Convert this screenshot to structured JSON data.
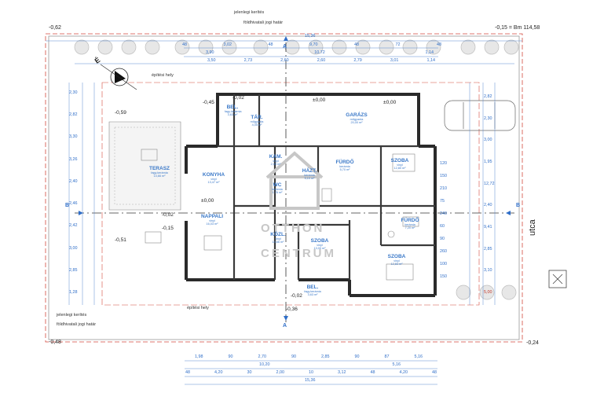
{
  "top_labels": {
    "current_fence": "jelenlegi kerítés",
    "property_line": "földhivatali jogi határ",
    "elev_left": "-0,62",
    "elev_right": "-0,15 = Bm 114,58"
  },
  "bottom_labels": {
    "current_fence": "jelenlegi kerítés",
    "property_line": "földhivatali jogi határ",
    "elev_left": "-0,48",
    "elev_right": "-0,24"
  },
  "building_line_top": "építési hely",
  "building_line_bottom": "építési hely",
  "street": "utca",
  "north": "É",
  "watermark": {
    "line1": "OTTHON",
    "line2": "CENTRUM"
  },
  "section_marks": {
    "a": "A",
    "b": "B"
  },
  "rooms": [
    {
      "name": "BEL.",
      "sub": "fagy.kerámia",
      "area": "3,63 m²"
    },
    {
      "name": "TÁR.",
      "sub": "műgyanta",
      "area": "4,05 m²"
    },
    {
      "name": "GARÁZS",
      "sub": "műgyanta",
      "area": "20,00 m²"
    },
    {
      "name": "TERASZ",
      "sub": "fagy.kerámia",
      "area": "14,66 m²"
    },
    {
      "name": "KONYHA",
      "sub": "vinyl",
      "area": "13,47 m²"
    },
    {
      "name": "KAM.",
      "sub": "vinyl",
      "area": "2,05 m²"
    },
    {
      "name": "HÁZT.",
      "sub": "kerámia",
      "area": "5,10 m²"
    },
    {
      "name": "FÜRDŐ",
      "sub": "kerámia",
      "area": "5,70 m²"
    },
    {
      "name": "SZOBA",
      "sub": "vinyl",
      "area": "12,80 m²"
    },
    {
      "name": "WC",
      "sub": "kerámia",
      "area": "1,76 m²"
    },
    {
      "name": "NAPPALI",
      "sub": "vinyl",
      "area": "16,03 m²"
    },
    {
      "name": "KÖZL.",
      "sub": "vinyl",
      "area": "14,66 m²"
    },
    {
      "name": "SZOBA",
      "sub": "vinyl",
      "area": "13,00 m²"
    },
    {
      "name": "FÜRDŐ",
      "sub": "kerámia",
      "area": "7,20 m²"
    },
    {
      "name": "SZOBA",
      "sub": "vinyl",
      "area": "12,83 m²"
    },
    {
      "name": "BEL.",
      "sub": "fagy.kerámia",
      "area": "3,63 m²"
    }
  ],
  "levels": {
    "bel_top": "-0,02",
    "bel_top_left": "-0,45",
    "garage": "±0,00",
    "terrace": "-0,59",
    "konyha": "±0,00",
    "napp_left": "-0,02",
    "napp_left2": "-0,15",
    "terrace_low": "-0,51",
    "bel_bottom": "-0,02",
    "bel_bottom2": "-0,36",
    "mid": "±0,00"
  },
  "top_dims": {
    "overall": "15,36",
    "row1": [
      "48",
      "3,02",
      "48",
      "9,70",
      "48",
      "72",
      "48"
    ],
    "row2": [
      "3,90",
      "10,72",
      "1,14"
    ],
    "row3": [
      "3,50",
      "2,73",
      "2,60",
      "2,60",
      "2,79",
      "3,01",
      "1,14"
    ]
  },
  "bottom_dims": {
    "row1": [
      "1,98",
      "90",
      "2,70",
      "90",
      "2,85",
      "90",
      "87",
      "5,16"
    ],
    "row2": [
      "10,20",
      "5,16"
    ],
    "row3": [
      "48",
      "4,20",
      "30",
      "2,00",
      "10",
      "3,12",
      "48",
      "4,20",
      "48"
    ],
    "overall": "15,36"
  },
  "left_dims": [
    "2,30",
    "2,82",
    "3,30",
    "3,26",
    "2,40",
    "2,46",
    "2,42",
    "3,00",
    "2,85",
    "1,28"
  ],
  "right_dims": [
    "2,82",
    "2,30",
    "3,00",
    "1,95",
    "12,72",
    "2,40",
    "9,41",
    "2,85",
    "3,10",
    "5,00"
  ],
  "small_dims": [
    "120",
    "150",
    "210",
    "75",
    "240",
    "60",
    "90",
    "260",
    "100",
    "150"
  ]
}
